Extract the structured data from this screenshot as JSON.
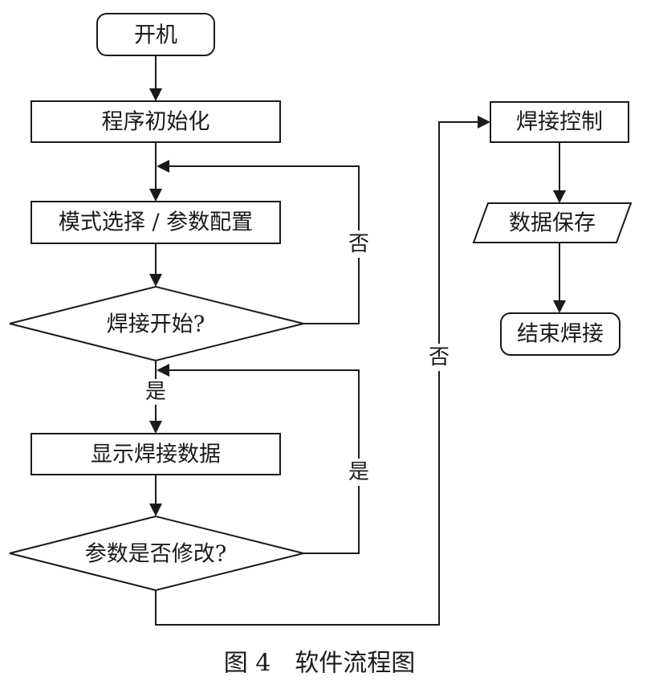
{
  "colors": {
    "stroke": "#1a1a1a",
    "text": "#1a1a1a",
    "background": "#ffffff"
  },
  "flowchart": {
    "nodes": {
      "start": "开机",
      "init": "程序初始化",
      "mode": "模式选择 / 参数配置",
      "weld_start": "焊接开始?",
      "display": "显示焊接数据",
      "param_modified": "参数是否修改?",
      "weld_control": "焊接控制",
      "save": "数据保存",
      "end": "结束焊接"
    },
    "edge_labels": {
      "weld_start_no": "否",
      "weld_start_yes": "是",
      "param_modified_yes": "是",
      "param_modified_no": "否"
    }
  },
  "caption": "图 4　软件流程图"
}
